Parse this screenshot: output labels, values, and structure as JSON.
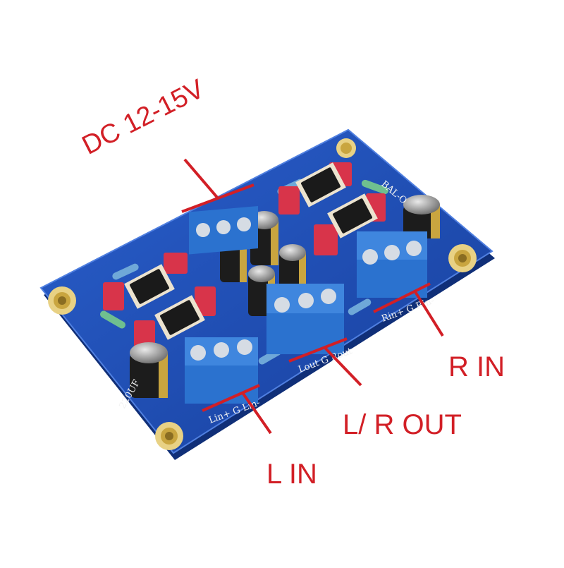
{
  "labels": {
    "dc": "DC 12-15V",
    "r_in": "R IN",
    "lr_out": "L/ R OUT",
    "l_in": "L IN"
  },
  "silkscreen": {
    "l_in_pins": "Lin+  G  Lin-",
    "out_pins": "Lout  G  Rout",
    "r_in_pins": "Rin+  G  Rin-",
    "board_name": "BAL-O",
    "cap_rating": "220UF"
  },
  "colors": {
    "board": "#1f4fb8",
    "terminal": "#2b72cf",
    "callout": "#d21f26",
    "relay": "#d8344a"
  }
}
